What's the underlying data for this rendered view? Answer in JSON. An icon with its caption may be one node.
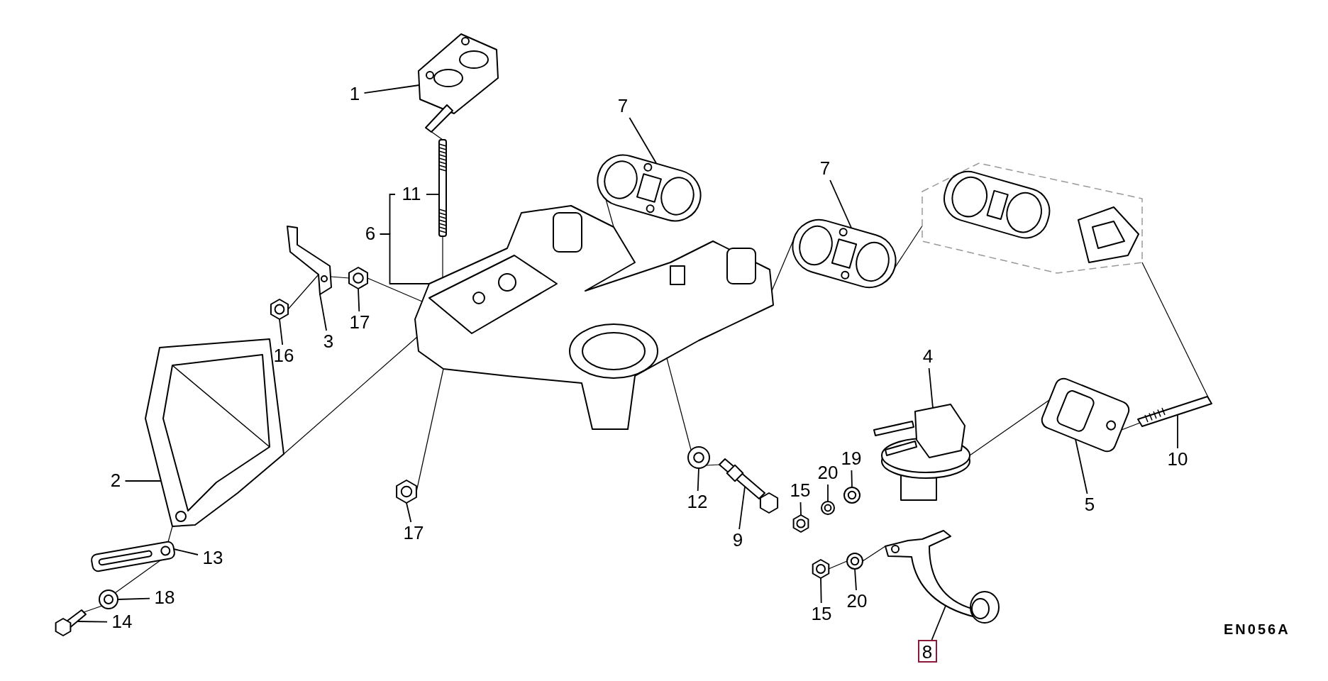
{
  "diagram": {
    "nodes": [
      {
        "text": [
          "1"
        ]
      },
      {
        "text": [],
        "shape": "picture"
      },
      {
        "text": [
          "7"
        ]
      },
      {
        "text": [],
        "shape": "picture"
      },
      {
        "text": [
          "7"
        ]
      },
      {
        "text": [],
        "shape": "picture"
      },
      {
        "text": [
          "11"
        ]
      },
      {
        "text": [],
        "shape": "picture"
      },
      {
        "text": [
          "6"
        ]
      },
      {
        "text": [],
        "shape": "picture"
      },
      {
        "text": [
          "3"
        ]
      },
      {
        "text": [],
        "shape": "picture"
      },
      {
        "text": [
          "17"
        ]
      },
      {
        "text": [],
        "shape": "picture"
      },
      {
        "text": [
          "16"
        ]
      },
      {
        "text": [],
        "shape": "picture"
      },
      {
        "text": [
          "2"
        ]
      },
      {
        "text": [],
        "shape": "picture"
      },
      {
        "text": [
          "4"
        ]
      },
      {
        "text": [],
        "shape": "picture"
      },
      {
        "text": [
          "19"
        ]
      },
      {
        "text": [],
        "shape": "picture"
      },
      {
        "text": [
          "20"
        ]
      },
      {
        "text": [],
        "shape": "picture"
      },
      {
        "text": [
          "15"
        ]
      },
      {
        "text": [],
        "shape": "picture"
      },
      {
        "text": [
          "10"
        ]
      },
      {
        "text": [],
        "shape": "picture"
      },
      {
        "text": [
          "5"
        ]
      },
      {
        "text": [],
        "shape": "picture"
      },
      {
        "text": [
          "12"
        ]
      },
      {
        "text": [],
        "shape": "picture"
      },
      {
        "text": [
          "9"
        ]
      },
      {
        "text": [],
        "shape": "picture"
      },
      {
        "text": [
          "17"
        ]
      },
      {
        "text": [],
        "shape": "picture"
      },
      {
        "text": [
          "13"
        ]
      },
      {
        "text": [],
        "shape": "picture"
      },
      {
        "text": [
          "18"
        ]
      },
      {
        "text": [],
        "shape": "picture"
      },
      {
        "text": [
          "14"
        ]
      },
      {
        "text": [],
        "shape": "picture"
      },
      {
        "text": [
          "15"
        ]
      },
      {
        "text": [],
        "shape": "picture"
      },
      {
        "text": [
          "20"
        ]
      },
      {
        "text": [],
        "shape": "picture"
      },
      {
        "text": [
          "8"
        ]
      },
      {
        "text": [],
        "shape": "picture"
      },
      {
        "text": [],
        "shape": "picture"
      }
    ],
    "edges": [
      {
        "from": 0,
        "to": 1,
        "arrow": "none"
      },
      {
        "from": 2,
        "to": 3,
        "arrow": "none"
      },
      {
        "from": 4,
        "to": 5,
        "arrow": "none"
      },
      {
        "from": 6,
        "to": 7,
        "arrow": "none"
      },
      {
        "from": 8,
        "to": 9,
        "arrow": "none"
      },
      {
        "from": 10,
        "to": 11,
        "arrow": "none"
      },
      {
        "from": 12,
        "to": 13,
        "arrow": "none"
      },
      {
        "from": 14,
        "to": 15,
        "arrow": "none"
      },
      {
        "from": 16,
        "to": 17,
        "arrow": "none"
      },
      {
        "from": 18,
        "to": 19,
        "arrow": "none"
      },
      {
        "from": 20,
        "to": 21,
        "arrow": "none"
      },
      {
        "from": 22,
        "to": 23,
        "arrow": "none"
      },
      {
        "from": 24,
        "to": 25,
        "arrow": "none"
      },
      {
        "from": 26,
        "to": 27,
        "arrow": "none"
      },
      {
        "from": 28,
        "to": 29,
        "arrow": "none"
      },
      {
        "from": 30,
        "to": 31,
        "arrow": "none"
      },
      {
        "from": 32,
        "to": 33,
        "arrow": "none"
      },
      {
        "from": 34,
        "to": 35,
        "arrow": "none"
      },
      {
        "from": 36,
        "to": 37,
        "arrow": "none"
      },
      {
        "from": 38,
        "to": 39,
        "arrow": "none"
      },
      {
        "from": 40,
        "to": 41,
        "arrow": "none"
      },
      {
        "from": 42,
        "to": 43,
        "arrow": "none"
      },
      {
        "from": 44,
        "to": 45,
        "arrow": "none"
      },
      {
        "from": 46,
        "to": 47,
        "arrow": "none"
      },
      {
        "from": 1,
        "to": 7,
        "arrow": "none"
      },
      {
        "from": 7,
        "to": 9,
        "arrow": "none"
      },
      {
        "from": 15,
        "to": 11,
        "arrow": "none"
      },
      {
        "from": 11,
        "to": 13,
        "arrow": "none"
      },
      {
        "from": 13,
        "to": 9,
        "arrow": "none"
      },
      {
        "from": 41,
        "to": 39,
        "arrow": "none"
      },
      {
        "from": 39,
        "to": 37,
        "arrow": "none"
      },
      {
        "from": 37,
        "to": 17,
        "arrow": "none"
      },
      {
        "from": 17,
        "to": 9,
        "arrow": "none"
      },
      {
        "from": 35,
        "to": 9,
        "arrow": "none"
      },
      {
        "from": 33,
        "to": 31,
        "arrow": "none"
      },
      {
        "from": 31,
        "to": 9,
        "arrow": "none"
      },
      {
        "from": 9,
        "to": 3,
        "arrow": "none"
      },
      {
        "from": 9,
        "to": 5,
        "arrow": "none"
      },
      {
        "from": 5,
        "to": 48,
        "arrow": "none"
      },
      {
        "from": 27,
        "to": 29,
        "arrow": "none"
      },
      {
        "from": 29,
        "to": 19,
        "arrow": "none"
      },
      {
        "from": 43,
        "to": 45,
        "arrow": "none"
      },
      {
        "from": 45,
        "to": 47,
        "arrow": "none"
      },
      {
        "from": 48,
        "to": 27,
        "arrow": "none"
      }
    ],
    "labels": [
      "EN056A"
    ]
  }
}
